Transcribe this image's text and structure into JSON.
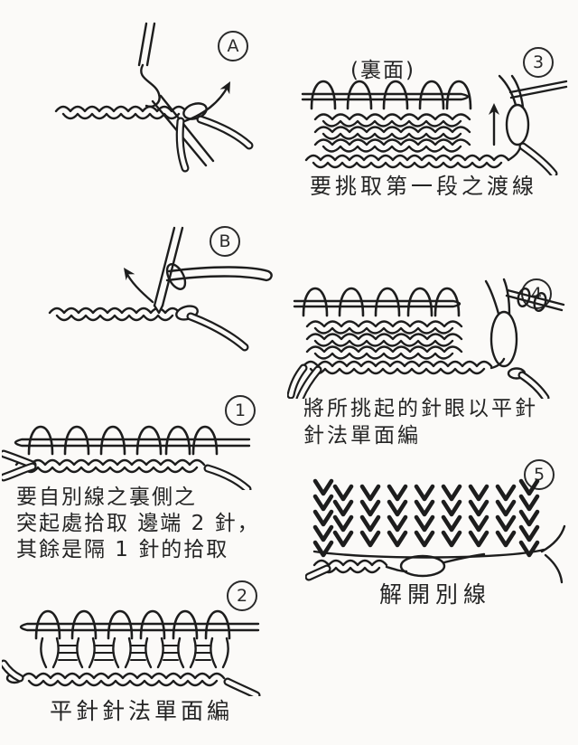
{
  "colors": {
    "background": "#fbfaf8",
    "ink": "#1d1d1d",
    "text": "#262626"
  },
  "figure": {
    "steps": {
      "a": {
        "badge": "A"
      },
      "b": {
        "badge": "B"
      },
      "n1": {
        "badge": "1",
        "caption_line1": "要自別線之裏側之",
        "caption_line2": "突起處拾取 邊端 2 針，",
        "caption_line3": "其餘是隔 1 針的拾取"
      },
      "n2": {
        "badge": "2",
        "caption": "平針針法單面編"
      },
      "n3": {
        "badge": "3",
        "side_note": "(裏面)",
        "caption": "要挑取第一段之渡線"
      },
      "n4": {
        "badge": "4",
        "caption_line1": "將所挑起的針眼以平針",
        "caption_line2": "針法單面編"
      },
      "n5": {
        "badge": "5",
        "caption": "解開別線"
      }
    }
  }
}
